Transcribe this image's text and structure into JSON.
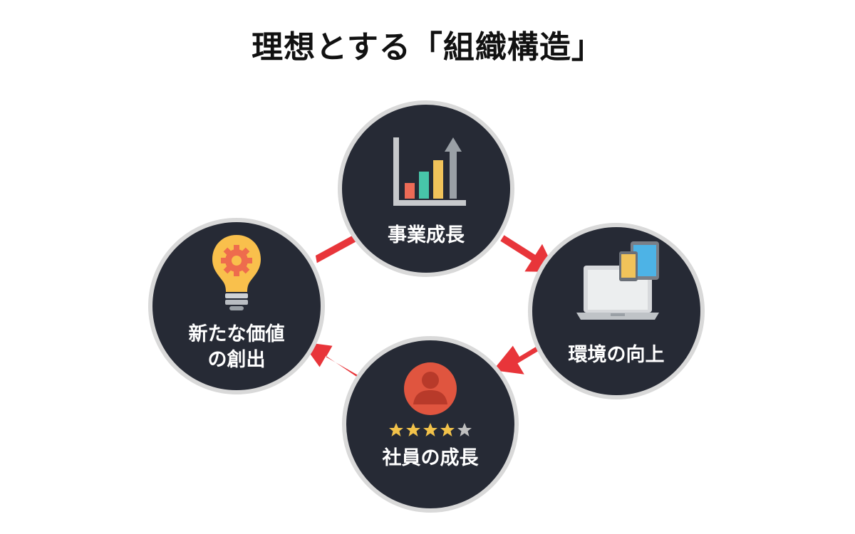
{
  "title": "理想とする「組織構造」",
  "nodes": {
    "business": {
      "label": "事業成長",
      "icon": "bar-chart-icon"
    },
    "environment": {
      "label": "環境の向上",
      "icon": "devices-icon"
    },
    "employee": {
      "label": "社員の成長",
      "icon": "user-profile-icon",
      "rating": 4,
      "rating_max": 5
    },
    "value": {
      "line1": "新たな価値",
      "line2": "の創出",
      "icon": "idea-bulb-icon"
    }
  },
  "colors": {
    "circle_fill": "#262a35",
    "circle_border": "#d9d9d9",
    "arrow": "#e8353a",
    "bar1": "#ec6b56",
    "bar2": "#47c5a9",
    "bar3": "#f1c35a",
    "bulb": "#f9c04c",
    "gear": "#ee6c4d",
    "user": "#e0553f",
    "star": "#f2c24a",
    "star_empty": "#bfbfbf"
  }
}
